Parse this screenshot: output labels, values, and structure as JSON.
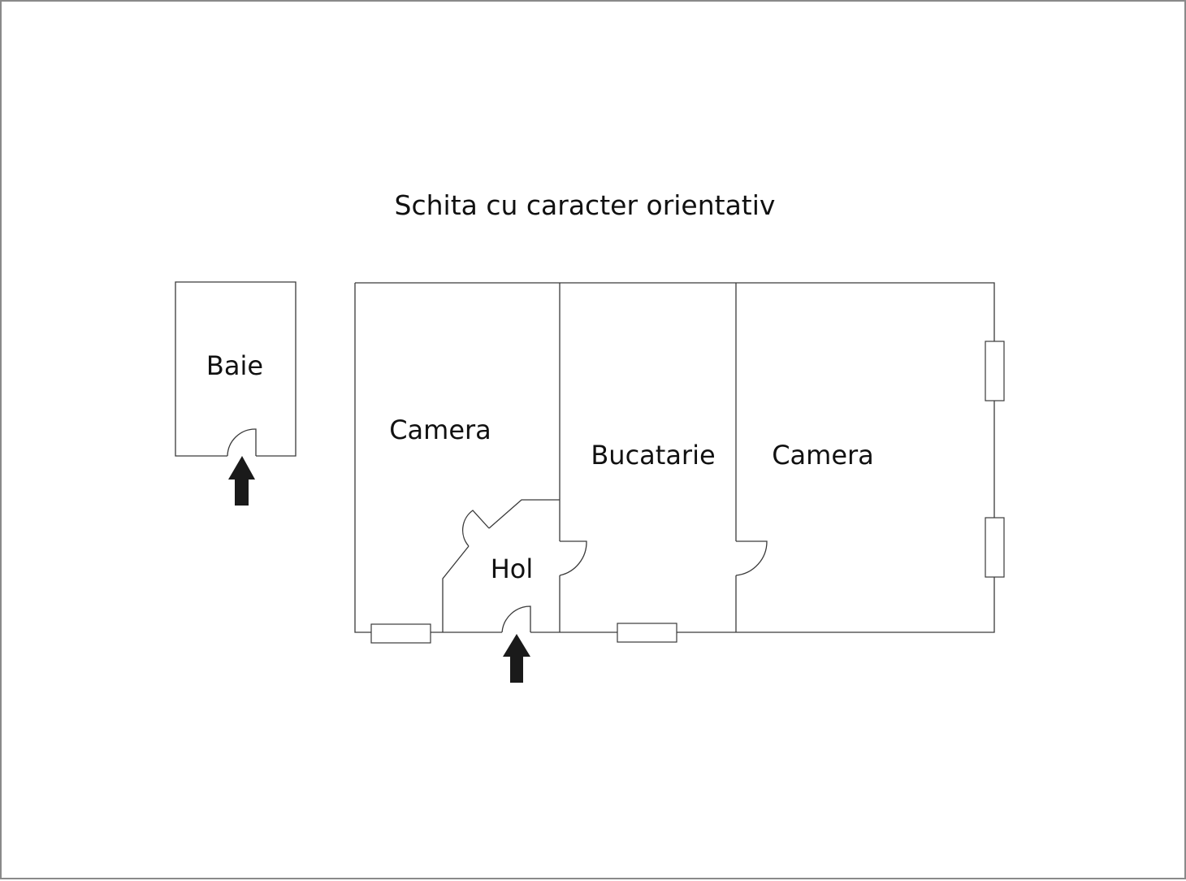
{
  "title": "Schita cu caracter orientativ",
  "rooms": {
    "baie": "Baie",
    "camera_left": "Camera",
    "bucatarie": "Bucatarie",
    "camera_right": "Camera",
    "hol": "Hol"
  },
  "colors": {
    "walls": "#3a3a3a",
    "arrows": "#1a1a1a",
    "text": "#111111",
    "frame": "#8a8a8a"
  }
}
